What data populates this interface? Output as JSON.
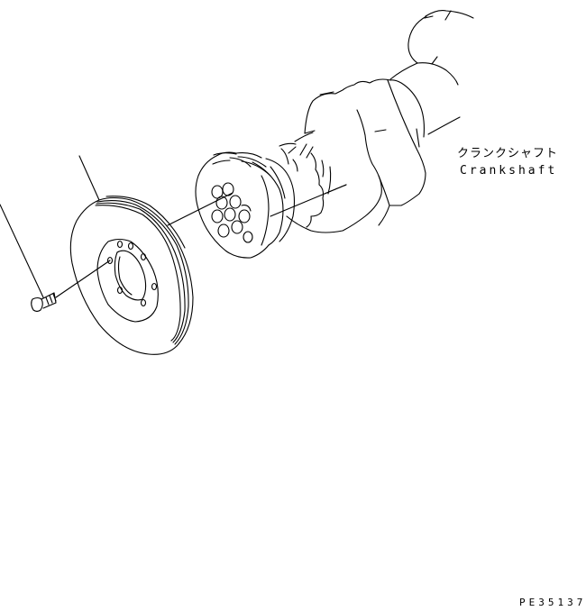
{
  "diagram": {
    "type": "exploded parts illustration",
    "parts": [
      {
        "name": "crankshaft",
        "label_jp": "クランクシャフト",
        "label_en": "Crankshaft"
      },
      {
        "name": "crankshaft-pulley",
        "label_jp": "",
        "label_en": ""
      },
      {
        "name": "pulley-bolt",
        "label_jp": "",
        "label_en": ""
      }
    ],
    "callouts": {
      "crankshaft_jp": "クランクシャフト",
      "crankshaft_en": "Crankshaft"
    },
    "drawing_code": "PE35137",
    "colors": {
      "line": "#000000",
      "background": "#ffffff"
    }
  }
}
